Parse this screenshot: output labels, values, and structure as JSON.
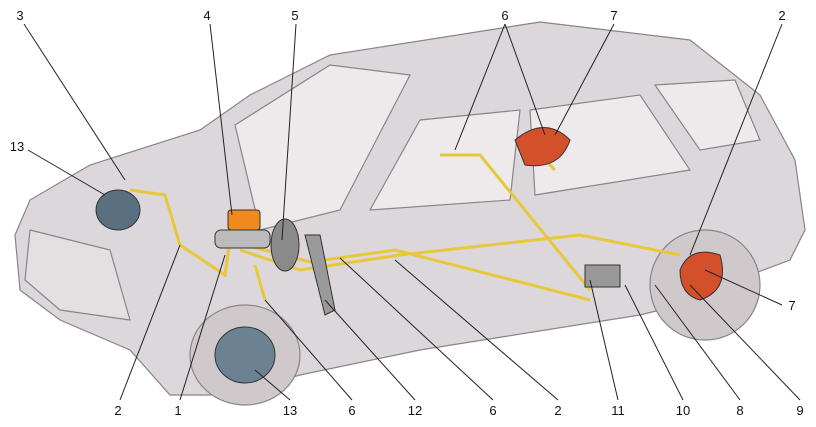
{
  "diagram": {
    "callouts_top": [
      "3",
      "4",
      "5",
      "6",
      "7",
      "2"
    ],
    "callouts_left": [
      "13"
    ],
    "callouts_right": [
      "7"
    ],
    "callouts_bottom": [
      "2",
      "1",
      "13",
      "6",
      "12",
      "6",
      "2",
      "11",
      "10",
      "8",
      "9"
    ]
  },
  "colors": {
    "body": "#d9d4d7",
    "body_stroke": "#8a8488",
    "pipe": "#e8c83a",
    "reservoir": "#f08a1e",
    "drum": "#d4502a"
  }
}
